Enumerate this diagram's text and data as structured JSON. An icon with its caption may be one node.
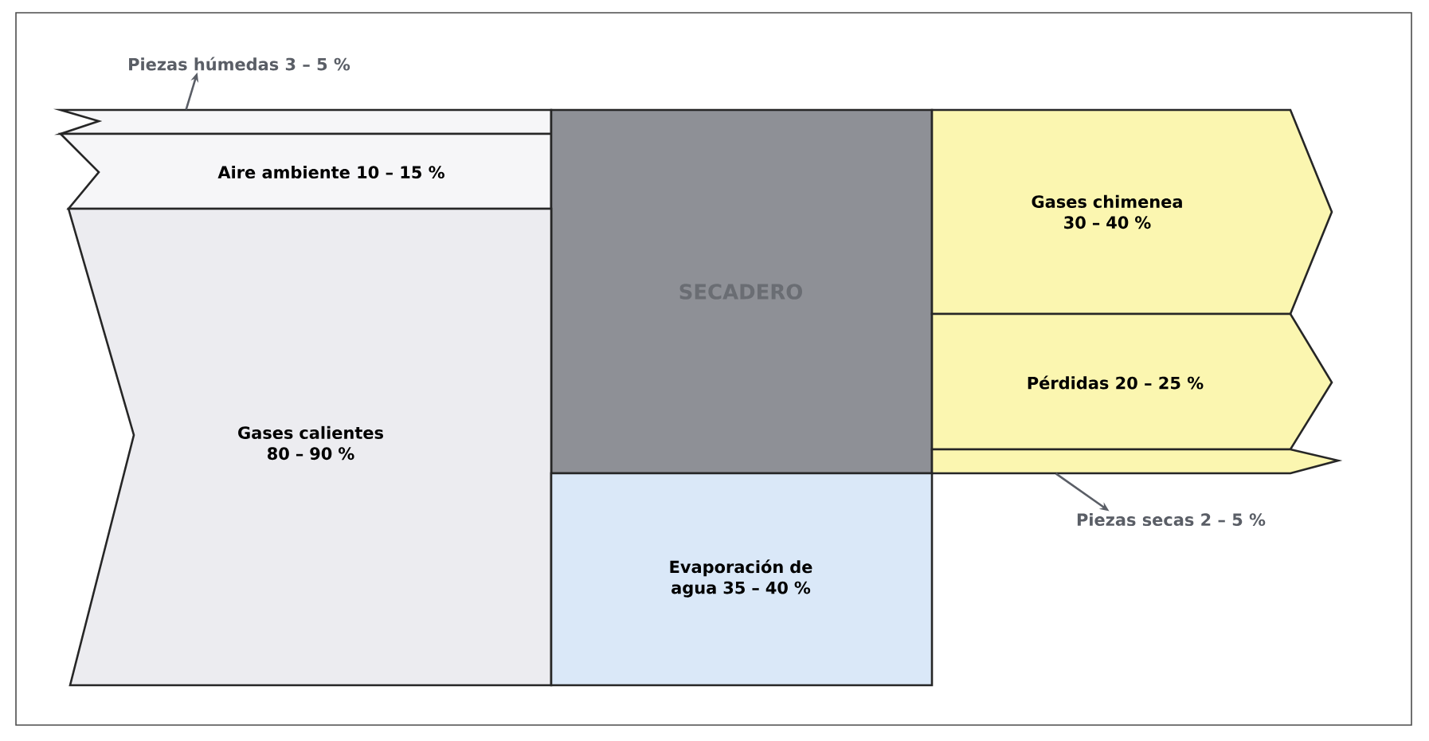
{
  "diagram": {
    "nodes": [
      {
        "text": [
          "Piezas húmedas 3 – 5 %"
        ]
      },
      {
        "text": [],
        "shape": "bar"
      },
      {
        "text": [
          "Aire ambiente 10 – 15 %"
        ]
      },
      {
        "text": [
          "SECADERO"
        ]
      },
      {
        "text": [
          "Gases chimenea 30 – 40 %"
        ]
      },
      {
        "text": [
          "Pérdidas 20 – 25 %"
        ]
      },
      {
        "text": [
          "Gases calientes 80 – 90 %"
        ]
      },
      {
        "text": [],
        "shape": "bar"
      },
      {
        "text": [
          "Piezas secas 2 – 5 %"
        ]
      },
      {
        "text": [
          "Evaporación de agua 35 – 40 %"
        ]
      }
    ],
    "edges": [
      {
        "from": 1,
        "to": 0,
        "arrow": "to"
      },
      {
        "from": 7,
        "to": 8,
        "arrow": "to"
      }
    ]
  }
}
